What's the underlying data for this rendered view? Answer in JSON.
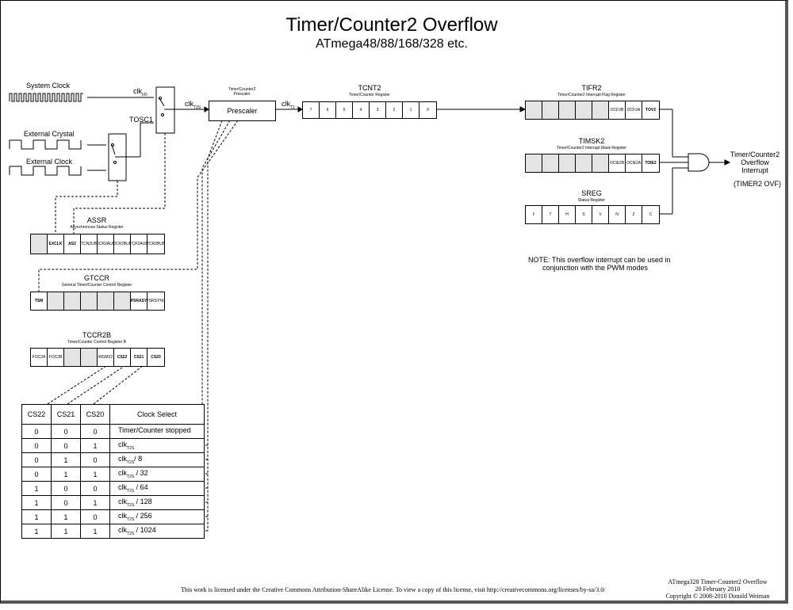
{
  "title": "Timer/Counter2 Overflow",
  "subtitle": "ATmega48/88/168/328 etc.",
  "inputs": {
    "system_clock": "System Clock",
    "external_crystal": "External Crystal",
    "external_clock": "External Clock",
    "clk_io": "clk",
    "clk_io_sub": "I/O",
    "tosc1": "TOSC1",
    "clk_t2s": "clk",
    "clk_t2s_sub": "T2S"
  },
  "prescaler": {
    "header": "Timer/Counter2 Prescaler",
    "label": "Prescaler",
    "out_clk": "clk",
    "out_clk_sub": "T2"
  },
  "tcnt2": {
    "name": "TCNT2",
    "desc": "Timer/Counter Register",
    "bits": [
      "7",
      "6",
      "5",
      "4",
      "3",
      "2",
      "1",
      "0"
    ]
  },
  "tifr2": {
    "name": "TIFR2",
    "desc": "Timer/Counter2 Interrupt Flag Register",
    "bits": [
      "",
      "",
      "",
      "",
      "",
      "OCF2B",
      "OCF2A",
      "TOV2"
    ]
  },
  "timsk2": {
    "name": "TIMSK2",
    "desc": "Timer/Counter2 Interrupt Mask Register",
    "bits": [
      "",
      "",
      "",
      "",
      "",
      "OCIE2B",
      "OCIE2A",
      "TOIE2"
    ]
  },
  "sreg": {
    "name": "SREG",
    "desc": "Status Register",
    "bits": [
      "I",
      "T",
      "H",
      "S",
      "V",
      "N",
      "Z",
      "C"
    ]
  },
  "assr": {
    "name": "ASSR",
    "desc": "Asynchronous Status Register",
    "bits": [
      "",
      "EXCLK",
      "AS2",
      "TCN2UB",
      "OCR2AUB",
      "OCR2BUB",
      "TCR2AUB",
      "TCR2BUB"
    ]
  },
  "gtccr": {
    "name": "GTCCR",
    "desc": "General Timer/Counter Control Register",
    "bits": [
      "TSM",
      "",
      "",
      "",
      "",
      "",
      "PSRASY",
      "PSRSYNC"
    ]
  },
  "tccr2b": {
    "name": "TCCR2B",
    "desc": "Timer/Counter Control Register B",
    "bits": [
      "FOC2A",
      "FOC2B",
      "",
      "",
      "WGM22",
      "CS22",
      "CS21",
      "CS20"
    ]
  },
  "output": {
    "line1": "Timer/Counter2",
    "line2": "Overflow",
    "line3": "Interrupt",
    "vector": "(TIMER2 OVF)"
  },
  "note": {
    "line1": "NOTE: This overflow interrupt can be used in",
    "line2": "conjunction with the  PWM modes"
  },
  "clock_select": {
    "headers": [
      "CS22",
      "CS21",
      "CS20",
      "Clock Select"
    ],
    "rows": [
      {
        "cs22": "0",
        "cs21": "0",
        "cs20": "0",
        "sel": "Timer/Counter stopped",
        "sub": "",
        "div": ""
      },
      {
        "cs22": "0",
        "cs21": "0",
        "cs20": "1",
        "sel": "clk",
        "sub": "T2S",
        "div": ""
      },
      {
        "cs22": "0",
        "cs21": "1",
        "cs20": "0",
        "sel": "clk",
        "sub": "T2S",
        "div": "/ 8"
      },
      {
        "cs22": "0",
        "cs21": "1",
        "cs20": "1",
        "sel": "clk",
        "sub": "T2S",
        "div": " / 32"
      },
      {
        "cs22": "1",
        "cs21": "0",
        "cs20": "0",
        "sel": "clk",
        "sub": "T2S",
        "div": " / 64"
      },
      {
        "cs22": "1",
        "cs21": "0",
        "cs20": "1",
        "sel": "clk",
        "sub": "T2S",
        "div": " / 128"
      },
      {
        "cs22": "1",
        "cs21": "1",
        "cs20": "0",
        "sel": "clk",
        "sub": "T2S",
        "div": " / 256"
      },
      {
        "cs22": "1",
        "cs21": "1",
        "cs20": "1",
        "sel": "clk",
        "sub": "T2S",
        "div": " / 1024"
      }
    ]
  },
  "footer": {
    "license": "This work is licensed under the Creative Commons Attribution-ShareAlike License.  To view a copy of this license, visit  http://creativecommons.org/licenses/by-sa/3.0/",
    "doc_title": "ATmega328 Timer-Counter2 Overflow",
    "date": "20 February 2010",
    "copyright": "Copyright © 2008-2010 Donald Weiman"
  }
}
